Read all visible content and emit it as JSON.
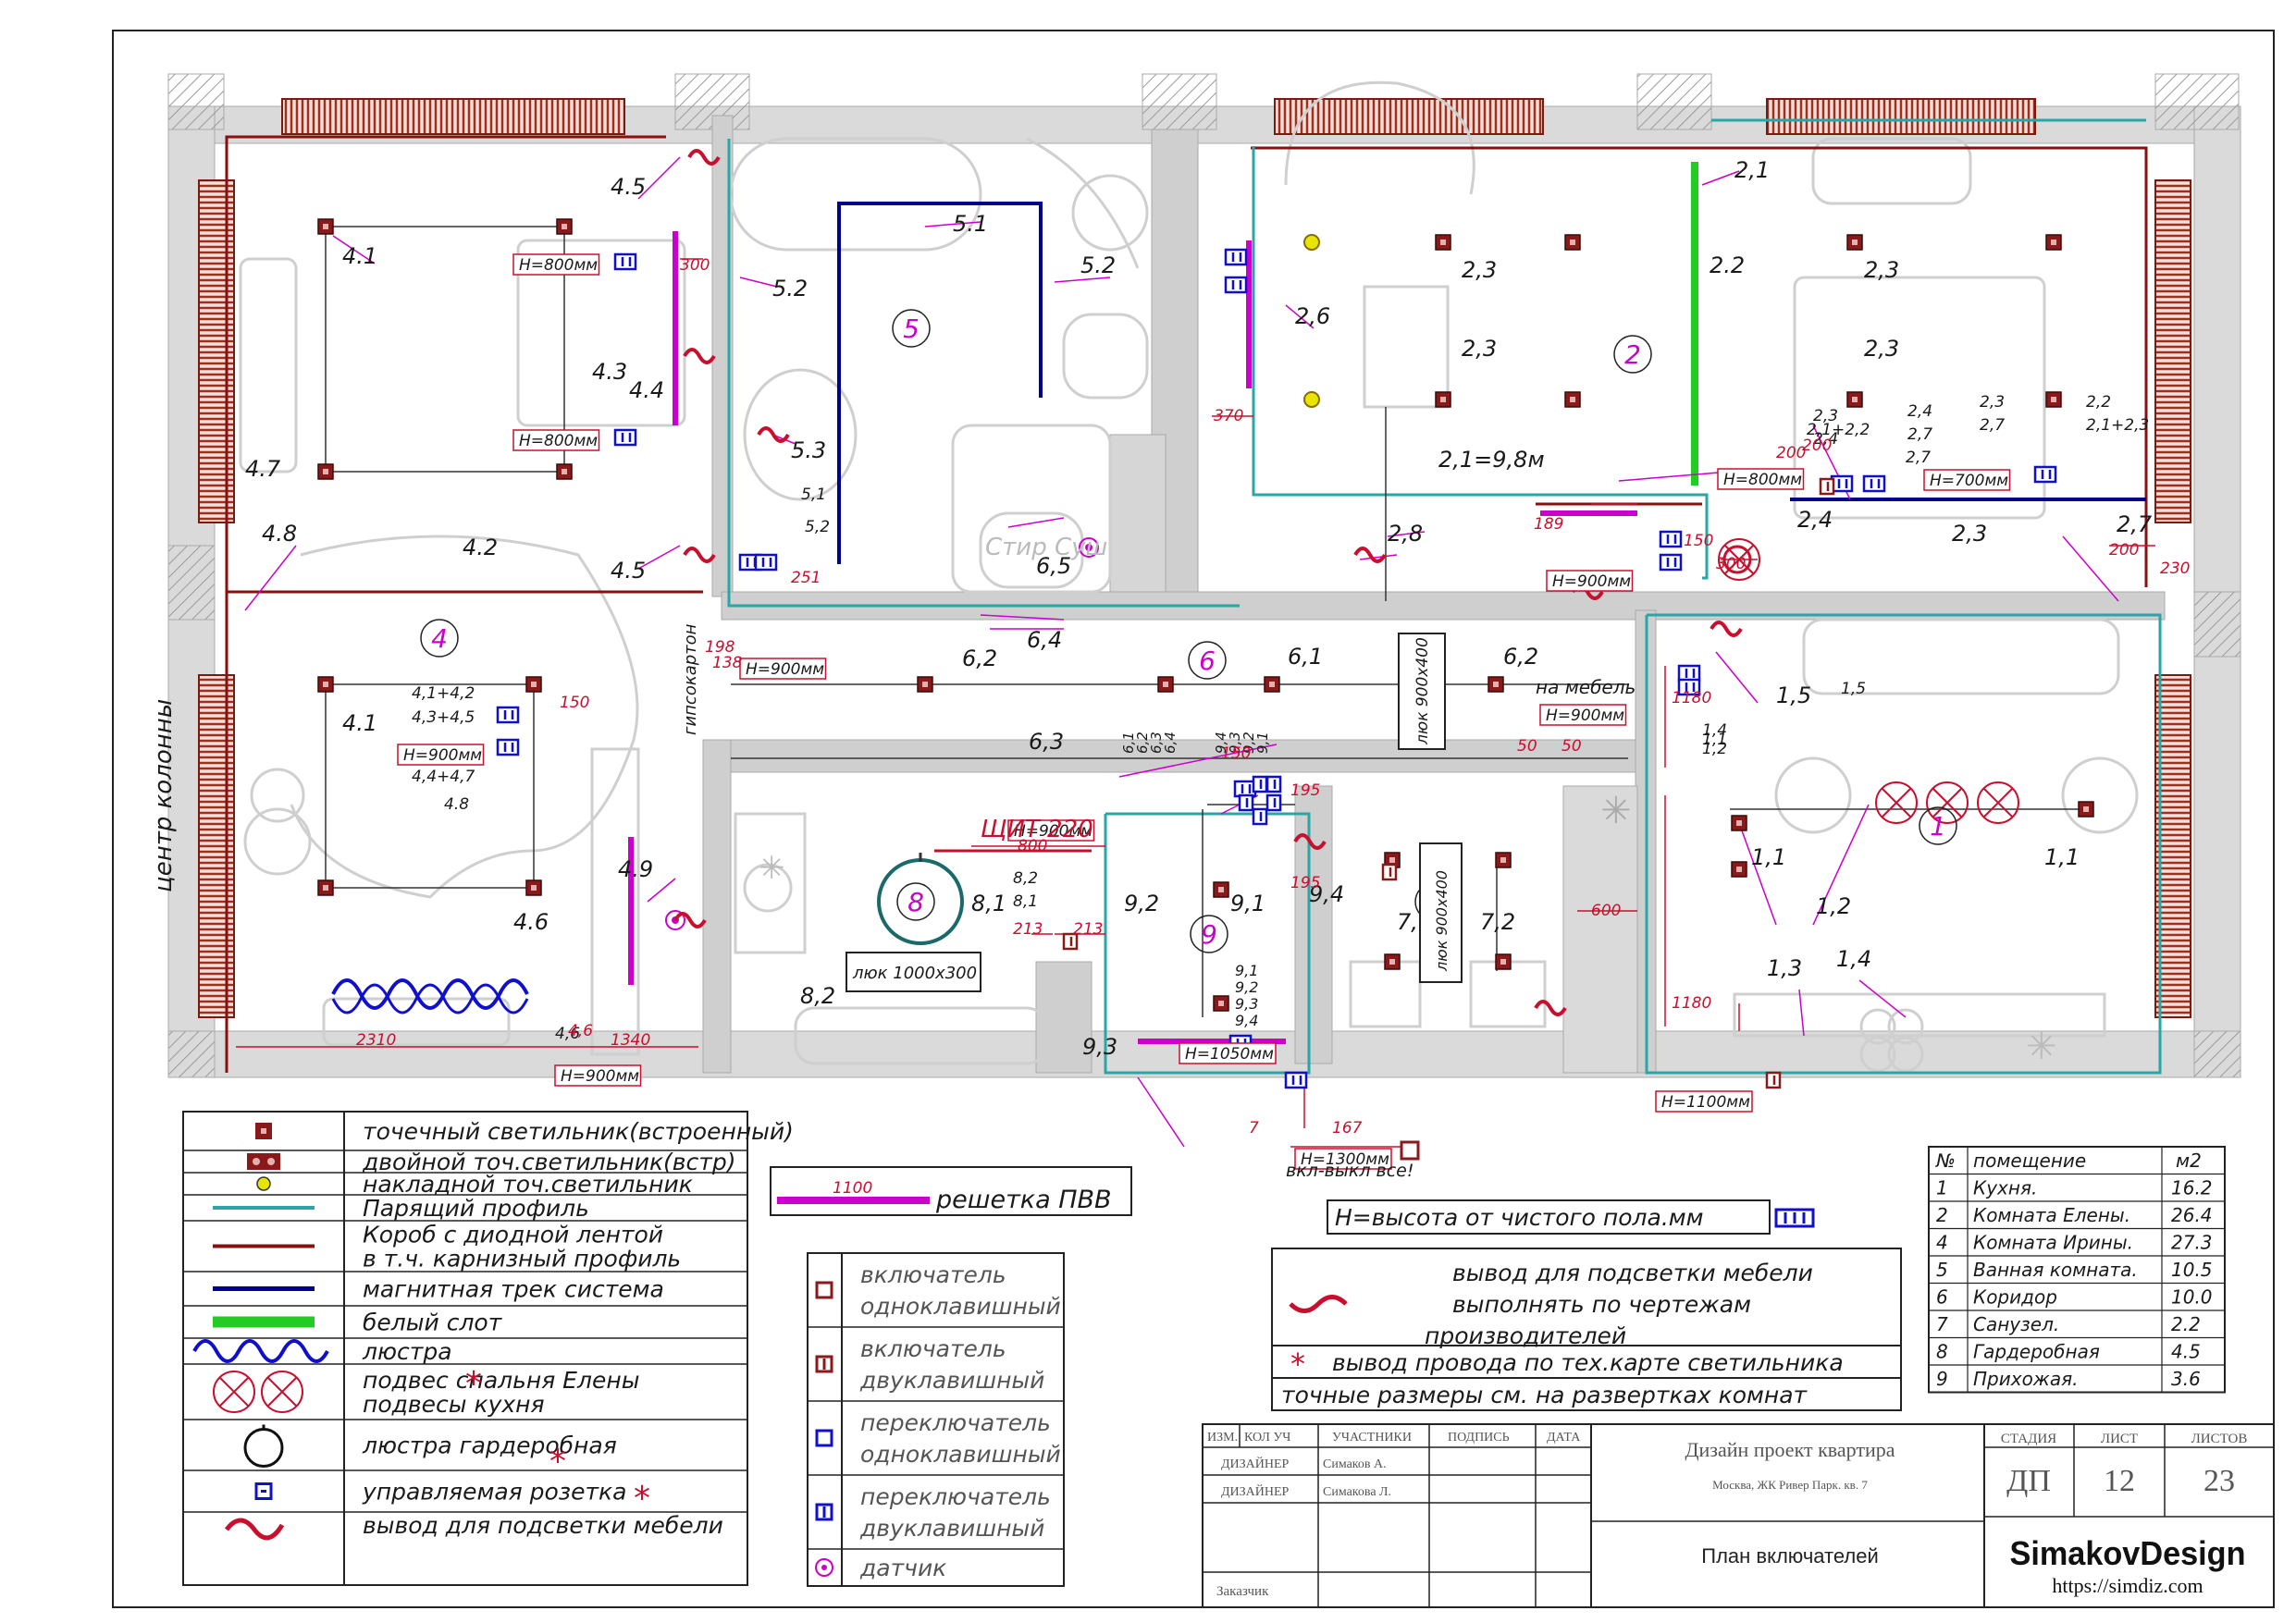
{
  "plan": {
    "column_center_label": "центр колонны",
    "room_numbers": [
      "1",
      "2",
      "4",
      "5",
      "6",
      "7",
      "8",
      "9"
    ],
    "labels": {
      "r4": [
        "4.1",
        "4.1",
        "4.2",
        "4.3",
        "4.4",
        "4.5",
        "4.5",
        "4.6",
        "4.7",
        "4.8",
        "4.9",
        "4,1+4,2",
        "4,3+4,5",
        "4,4+4,7",
        "4.8",
        "4,6"
      ],
      "r5": [
        "5.1",
        "5.2",
        "5.2",
        "5.3",
        "5,1",
        "5,2"
      ],
      "r2": [
        "2,1",
        "2.2",
        "2,3",
        "2,3",
        "2,3",
        "2,3",
        "2,6",
        "2,8",
        "2,1=9,8м",
        "2,4",
        "2,7",
        "2,3",
        "2,4",
        "2,7",
        "2,2",
        "2,1+2,3",
        "2,3",
        "2,7",
        "2,3",
        "2,4",
        "2,7",
        "2,1+2,2"
      ],
      "r6": [
        "6,2",
        "6,4",
        "6,5",
        "6,1",
        "6,2",
        "6,3",
        "6,2"
      ],
      "r1": [
        "1,5",
        "1,5",
        "1,4",
        "1,1",
        "1,2",
        "1,1",
        "1,2",
        "1,1",
        "1,3",
        "1,4"
      ],
      "r8": [
        "8,1",
        "8,2",
        "8,1",
        "8,2"
      ],
      "r9": [
        "9,2",
        "9,1",
        "9,3",
        "9,4",
        "9,1",
        "9,2",
        "9,3",
        "9,4",
        "7,1",
        "7,2"
      ],
      "switch_group": [
        "6,1",
        "6,2",
        "6,3",
        "6,4",
        "9,4",
        "9,3",
        "9,2",
        "9,1"
      ]
    },
    "heights": [
      "Н=800мм",
      "Н=800мм",
      "Н=900мм",
      "Н=900мм",
      "Н=900мм",
      "Н=900мм",
      "Н=800мм",
      "Н=700мм",
      "Н=900мм",
      "Н=900мм",
      "Н=1050мм",
      "Н=1100мм",
      "Н=1300мм",
      "Н=900мм"
    ],
    "dims": [
      "300",
      "370",
      "189",
      "150",
      "300",
      "200",
      "200",
      "230",
      "198",
      "138",
      "150",
      "50",
      "50",
      "1180",
      "600",
      "1180",
      "195",
      "195",
      "150",
      "213",
      "213",
      "800",
      "2310",
      "1340",
      "4,6",
      "167",
      "7",
      "251",
      "200"
    ],
    "hatch_labels": [
      "люк 900х400",
      "люк 1000х300",
      "люк 900х400"
    ],
    "panel_label": "ЩИТ 220",
    "furniture_note": "на мебель",
    "gypsum_note": "гипсокартон",
    "on_off_note": "вкл-выкл все!",
    "sticker": "Стир Суш"
  },
  "legend": {
    "items": [
      {
        "label": "точечный светильник(встроенный)",
        "icon": "spot-icon"
      },
      {
        "label": "двойной точ.светильник(встр)",
        "icon": "double-spot-icon"
      },
      {
        "label": "накладной точ.светильник",
        "icon": "surface-spot-icon"
      },
      {
        "label": "Парящий профиль",
        "icon": "floating-profile-icon"
      },
      {
        "label": "Короб с диодной лентой\nв т.ч. карнизный профиль",
        "icon": "led-box-icon"
      },
      {
        "label": "магнитная трек система",
        "icon": "magnetic-track-icon"
      },
      {
        "label": "белый слот",
        "icon": "white-slot-icon"
      },
      {
        "label": "люстра",
        "icon": "chandelier-icon"
      },
      {
        "label": "подвес спальня Елены\nподвесы кухня",
        "icon": "pendant-icon"
      },
      {
        "label": "люстра гардеробная",
        "icon": "wardrobe-chandelier-icon"
      },
      {
        "label": "управляемая розетка",
        "icon": "controlled-socket-icon"
      },
      {
        "label": "вывод для подсветки мебели",
        "icon": "furniture-light-icon"
      }
    ],
    "grille": {
      "dim": "1100",
      "label": "решетка ПВВ"
    },
    "switches": [
      {
        "label": "включатель\nодноклавишный",
        "icon": "switch-single-icon"
      },
      {
        "label": "включатель\nдвуклавишный",
        "icon": "switch-double-icon"
      },
      {
        "label": "переключатель\nодноклавишный",
        "icon": "toggle-single-icon"
      },
      {
        "label": "переключатель\nдвуклавишный",
        "icon": "toggle-double-icon"
      },
      {
        "label": "датчик",
        "icon": "sensor-icon"
      }
    ],
    "height_note": "Н=высота от чистого пола.мм",
    "notes": {
      "furniture": "вывод для подсветки мебели\nвыполнять по чертежам\nпроизводителей",
      "wire": "вывод провода по тех.карте светильника",
      "dims": "точные размеры см. на развертках комнат"
    }
  },
  "rooms_table": {
    "headers": [
      "№",
      "помещение",
      "м2"
    ],
    "rows": [
      [
        "1",
        "Кухня.",
        "16.2"
      ],
      [
        "2",
        "Комната Елены.",
        "26.4"
      ],
      [
        "4",
        "Комната Ирины.",
        "27.3"
      ],
      [
        "5",
        "Ванная комната.",
        "10.5"
      ],
      [
        "6",
        "Коридор",
        "10.0"
      ],
      [
        "7",
        "Санузел.",
        "2.2"
      ],
      [
        "8",
        "Гардеробная",
        "4.5"
      ],
      [
        "9",
        "Прихожая.",
        "3.6"
      ]
    ]
  },
  "title_block": {
    "col_headers": [
      "ИЗМ.",
      "КОЛ УЧ",
      "УЧАСТНИКИ",
      "ПОДПИСЬ",
      "ДАТА"
    ],
    "rows": [
      [
        "ДИЗАЙНЕР",
        "Симаков А."
      ],
      [
        "ДИЗАЙНЕР",
        "Симакова Л."
      ]
    ],
    "customer": "Заказчик",
    "project": "Дизайн проект квартира",
    "address": "Москва, ЖК Ривер Парк. кв. 7",
    "sheet_name": "План включателей",
    "stage_label": "СТАДИЯ",
    "sheet_label": "ЛИСТ",
    "sheets_label": "ЛИСТОВ",
    "stage": "ДП",
    "sheet": "12",
    "sheets": "23",
    "logo": "SimakovDesign",
    "url": "https://simdiz.com"
  },
  "colors": {
    "wall": "#c8c8c8",
    "furniture": "#cfcfcf",
    "red": "#c8102e",
    "magenta": "#cc00cc",
    "teal": "#2aa6a6",
    "dark_red": "#7a1010",
    "navy": "#000080",
    "green": "#22cc22",
    "blue": "#1010cc"
  }
}
